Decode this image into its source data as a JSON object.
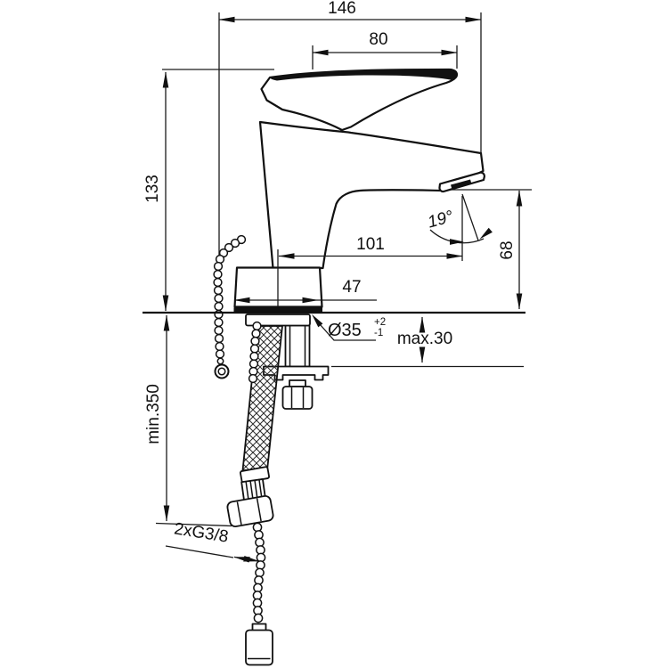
{
  "drawing": {
    "subject": "single-lever basin mixer tap - side elevation technical drawing",
    "background_color": "#ffffff",
    "line_color": "#111111"
  },
  "labels": {
    "total_projection": "146",
    "lever_projection": "80",
    "body_height": "133",
    "spout_reach": "101",
    "base_width": "47",
    "spout_angle": "19°",
    "outlet_height": "68",
    "hole_diameter": "Ø35",
    "hole_tolerance_plus": "+2",
    "hole_tolerance_minus": "-1",
    "max_deck_thickness": "max.30",
    "min_hose_length": "min.350",
    "connection_thread": "2xG3/8"
  }
}
